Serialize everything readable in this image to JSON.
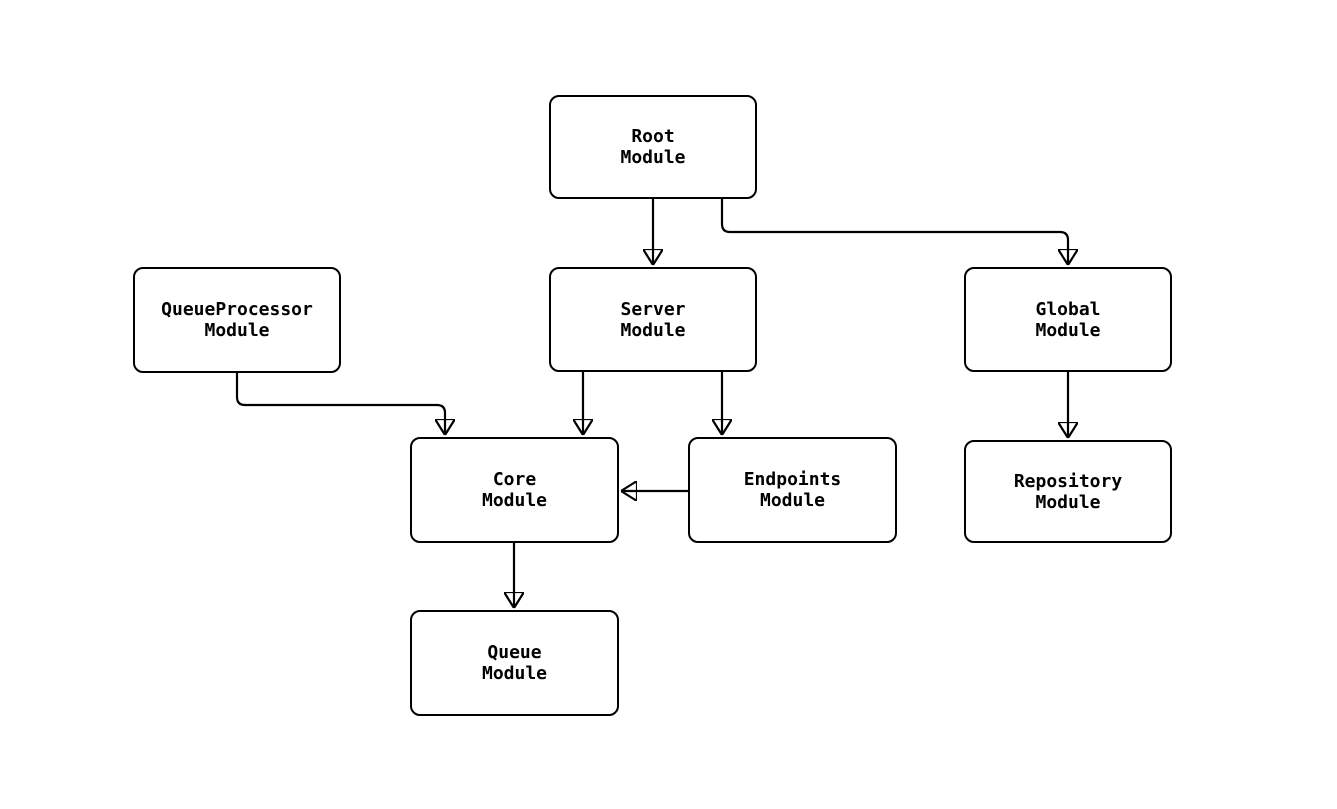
{
  "diagram": {
    "type": "flowchart",
    "background_color": "#ffffff",
    "node_fill_color": "#ffffff",
    "node_border_color": "#000000",
    "edge_color": "#000000",
    "text_color": "#000000",
    "nodes": [
      {
        "id": "root",
        "line1": "Root",
        "line2": "Module"
      },
      {
        "id": "queueprocessor",
        "line1": "QueueProcessor",
        "line2": "Module"
      },
      {
        "id": "server",
        "line1": "Server",
        "line2": "Module"
      },
      {
        "id": "global",
        "line1": "Global",
        "line2": "Module"
      },
      {
        "id": "core",
        "line1": "Core",
        "line2": "Module"
      },
      {
        "id": "endpoints",
        "line1": "Endpoints",
        "line2": "Module"
      },
      {
        "id": "repository",
        "line1": "Repository",
        "line2": "Module"
      },
      {
        "id": "queue",
        "line1": "Queue",
        "line2": "Module"
      }
    ],
    "edges": [
      {
        "from": "Root Module",
        "to": "Server Module"
      },
      {
        "from": "Root Module",
        "to": "Global Module"
      },
      {
        "from": "QueueProcessor Module",
        "to": "Core Module"
      },
      {
        "from": "Server Module",
        "to": "Core Module"
      },
      {
        "from": "Server Module",
        "to": "Endpoints Module"
      },
      {
        "from": "Endpoints Module",
        "to": "Core Module"
      },
      {
        "from": "Global Module",
        "to": "Repository Module"
      },
      {
        "from": "Core Module",
        "to": "Queue Module"
      }
    ]
  }
}
